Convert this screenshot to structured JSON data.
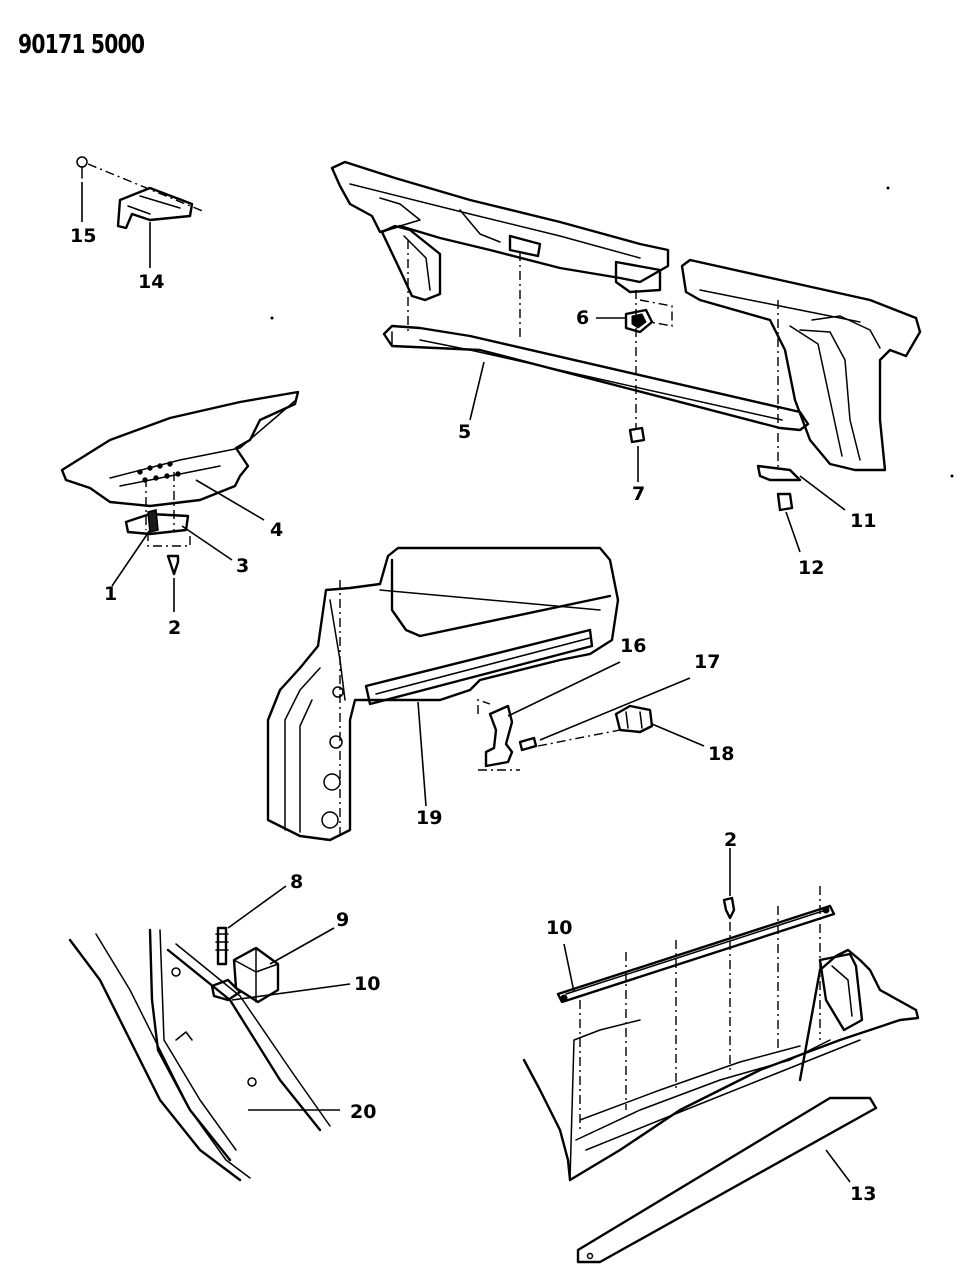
{
  "document_number": "90171 5000",
  "callouts": {
    "c1": "1",
    "c2": "2",
    "c3": "3",
    "c4": "4",
    "c5": "5",
    "c6": "6",
    "c7": "7",
    "c8": "8",
    "c9": "9",
    "c10": "10",
    "c11": "11",
    "c12": "12",
    "c13": "13",
    "c14": "14",
    "c15": "15",
    "c16": "16",
    "c17": "17",
    "c18": "18",
    "c19": "19",
    "c20": "20",
    "c2b": "2",
    "c10b": "10"
  }
}
